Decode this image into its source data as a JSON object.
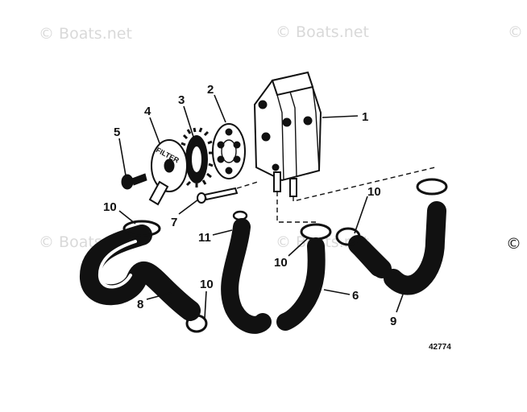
{
  "watermarks": [
    "© Boats.net",
    "© Boats.net",
    "© Boats.net",
    "© Boats.net",
    "©",
    "©"
  ],
  "callouts": {
    "c1": "1",
    "c2": "2",
    "c3": "3",
    "c4": "4",
    "c5": "5",
    "c6": "6",
    "c7": "7",
    "c8": "8",
    "c9": "9",
    "c10a": "10",
    "c10b": "10",
    "c10c": "10",
    "c10d": "10",
    "c11": "11"
  },
  "filter_label": "FILTER",
  "figure_number": "42774"
}
